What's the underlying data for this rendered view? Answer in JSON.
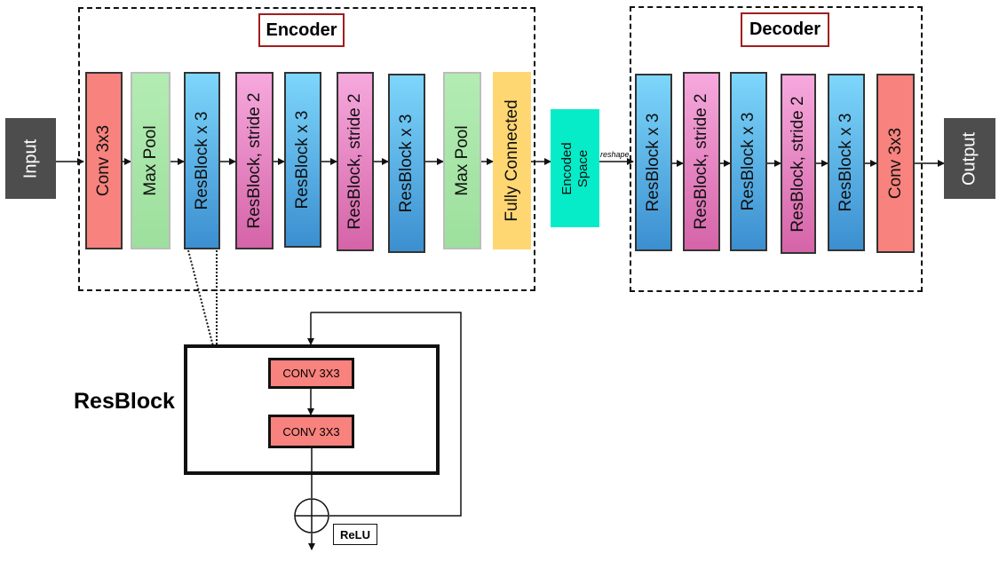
{
  "encoder": {
    "title": "Encoder",
    "blocks": [
      {
        "label": "Conv 3x3",
        "color": "red"
      },
      {
        "label": "Max Pool",
        "color": "green"
      },
      {
        "label": "ResBlock x 3",
        "color": "blue"
      },
      {
        "label": "ResBlock, stride 2",
        "color": "pink"
      },
      {
        "label": "ResBlock x 3",
        "color": "blue"
      },
      {
        "label": "ResBlock, stride 2",
        "color": "pink"
      },
      {
        "label": "ResBlock x 3",
        "color": "blue"
      },
      {
        "label": "Max Pool",
        "color": "green"
      },
      {
        "label": "Fully Connected",
        "color": "yellow"
      }
    ]
  },
  "decoder": {
    "title": "Decoder",
    "blocks": [
      {
        "label": "ResBlock x 3",
        "color": "blue"
      },
      {
        "label": "ResBlock, stride 2",
        "color": "pink"
      },
      {
        "label": "ResBlock x 3",
        "color": "blue"
      },
      {
        "label": "ResBlock, stride 2",
        "color": "pink"
      },
      {
        "label": "ResBlock x 3",
        "color": "blue"
      },
      {
        "label": "Conv 3x3",
        "color": "red"
      }
    ]
  },
  "input_label": "Input",
  "output_label": "Output",
  "encoded_space_label": "Encoded Space",
  "reshape_label": "reshape",
  "resblock": {
    "title": "ResBlock",
    "conv1": "CONV 3X3",
    "conv2": "CONV 3X3",
    "activation": "ReLU"
  },
  "colors": {
    "conv": "#f8827d",
    "pool": "#a6e3a6",
    "resblock": "#5ab4e8",
    "resblock_stride": "#ec8cc8",
    "fully_connected": "#ffd772",
    "encoded_space": "#06ecc8",
    "io": "#4d4d4d",
    "title_border": "#a11d1d"
  }
}
